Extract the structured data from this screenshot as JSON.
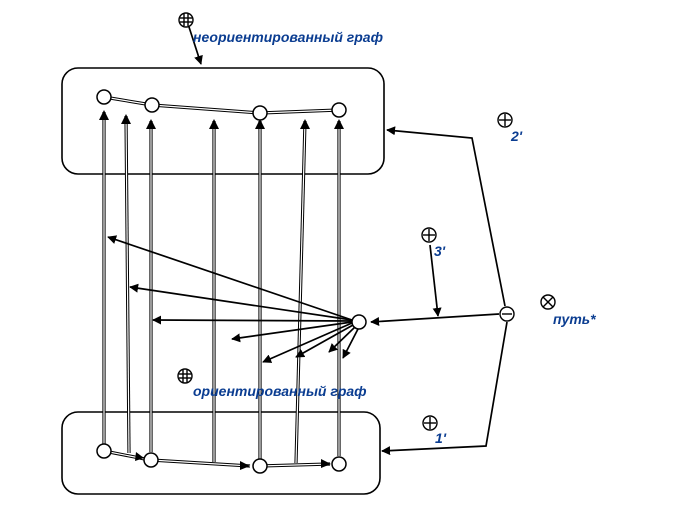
{
  "labels": {
    "undirected_graph": "неориентированный граф",
    "directed_graph": "ориентированный граф",
    "path": "путь*",
    "n1": "1'",
    "n2": "2'",
    "n3": "3'"
  },
  "icons": {
    "grid_symbol": "circle-grid-icon",
    "plus_symbol": "circle-plus-icon",
    "minus_symbol": "circle-minus-icon",
    "times_symbol": "circle-times-icon"
  },
  "colors": {
    "label": "#0b3d91",
    "stroke": "#000000"
  }
}
